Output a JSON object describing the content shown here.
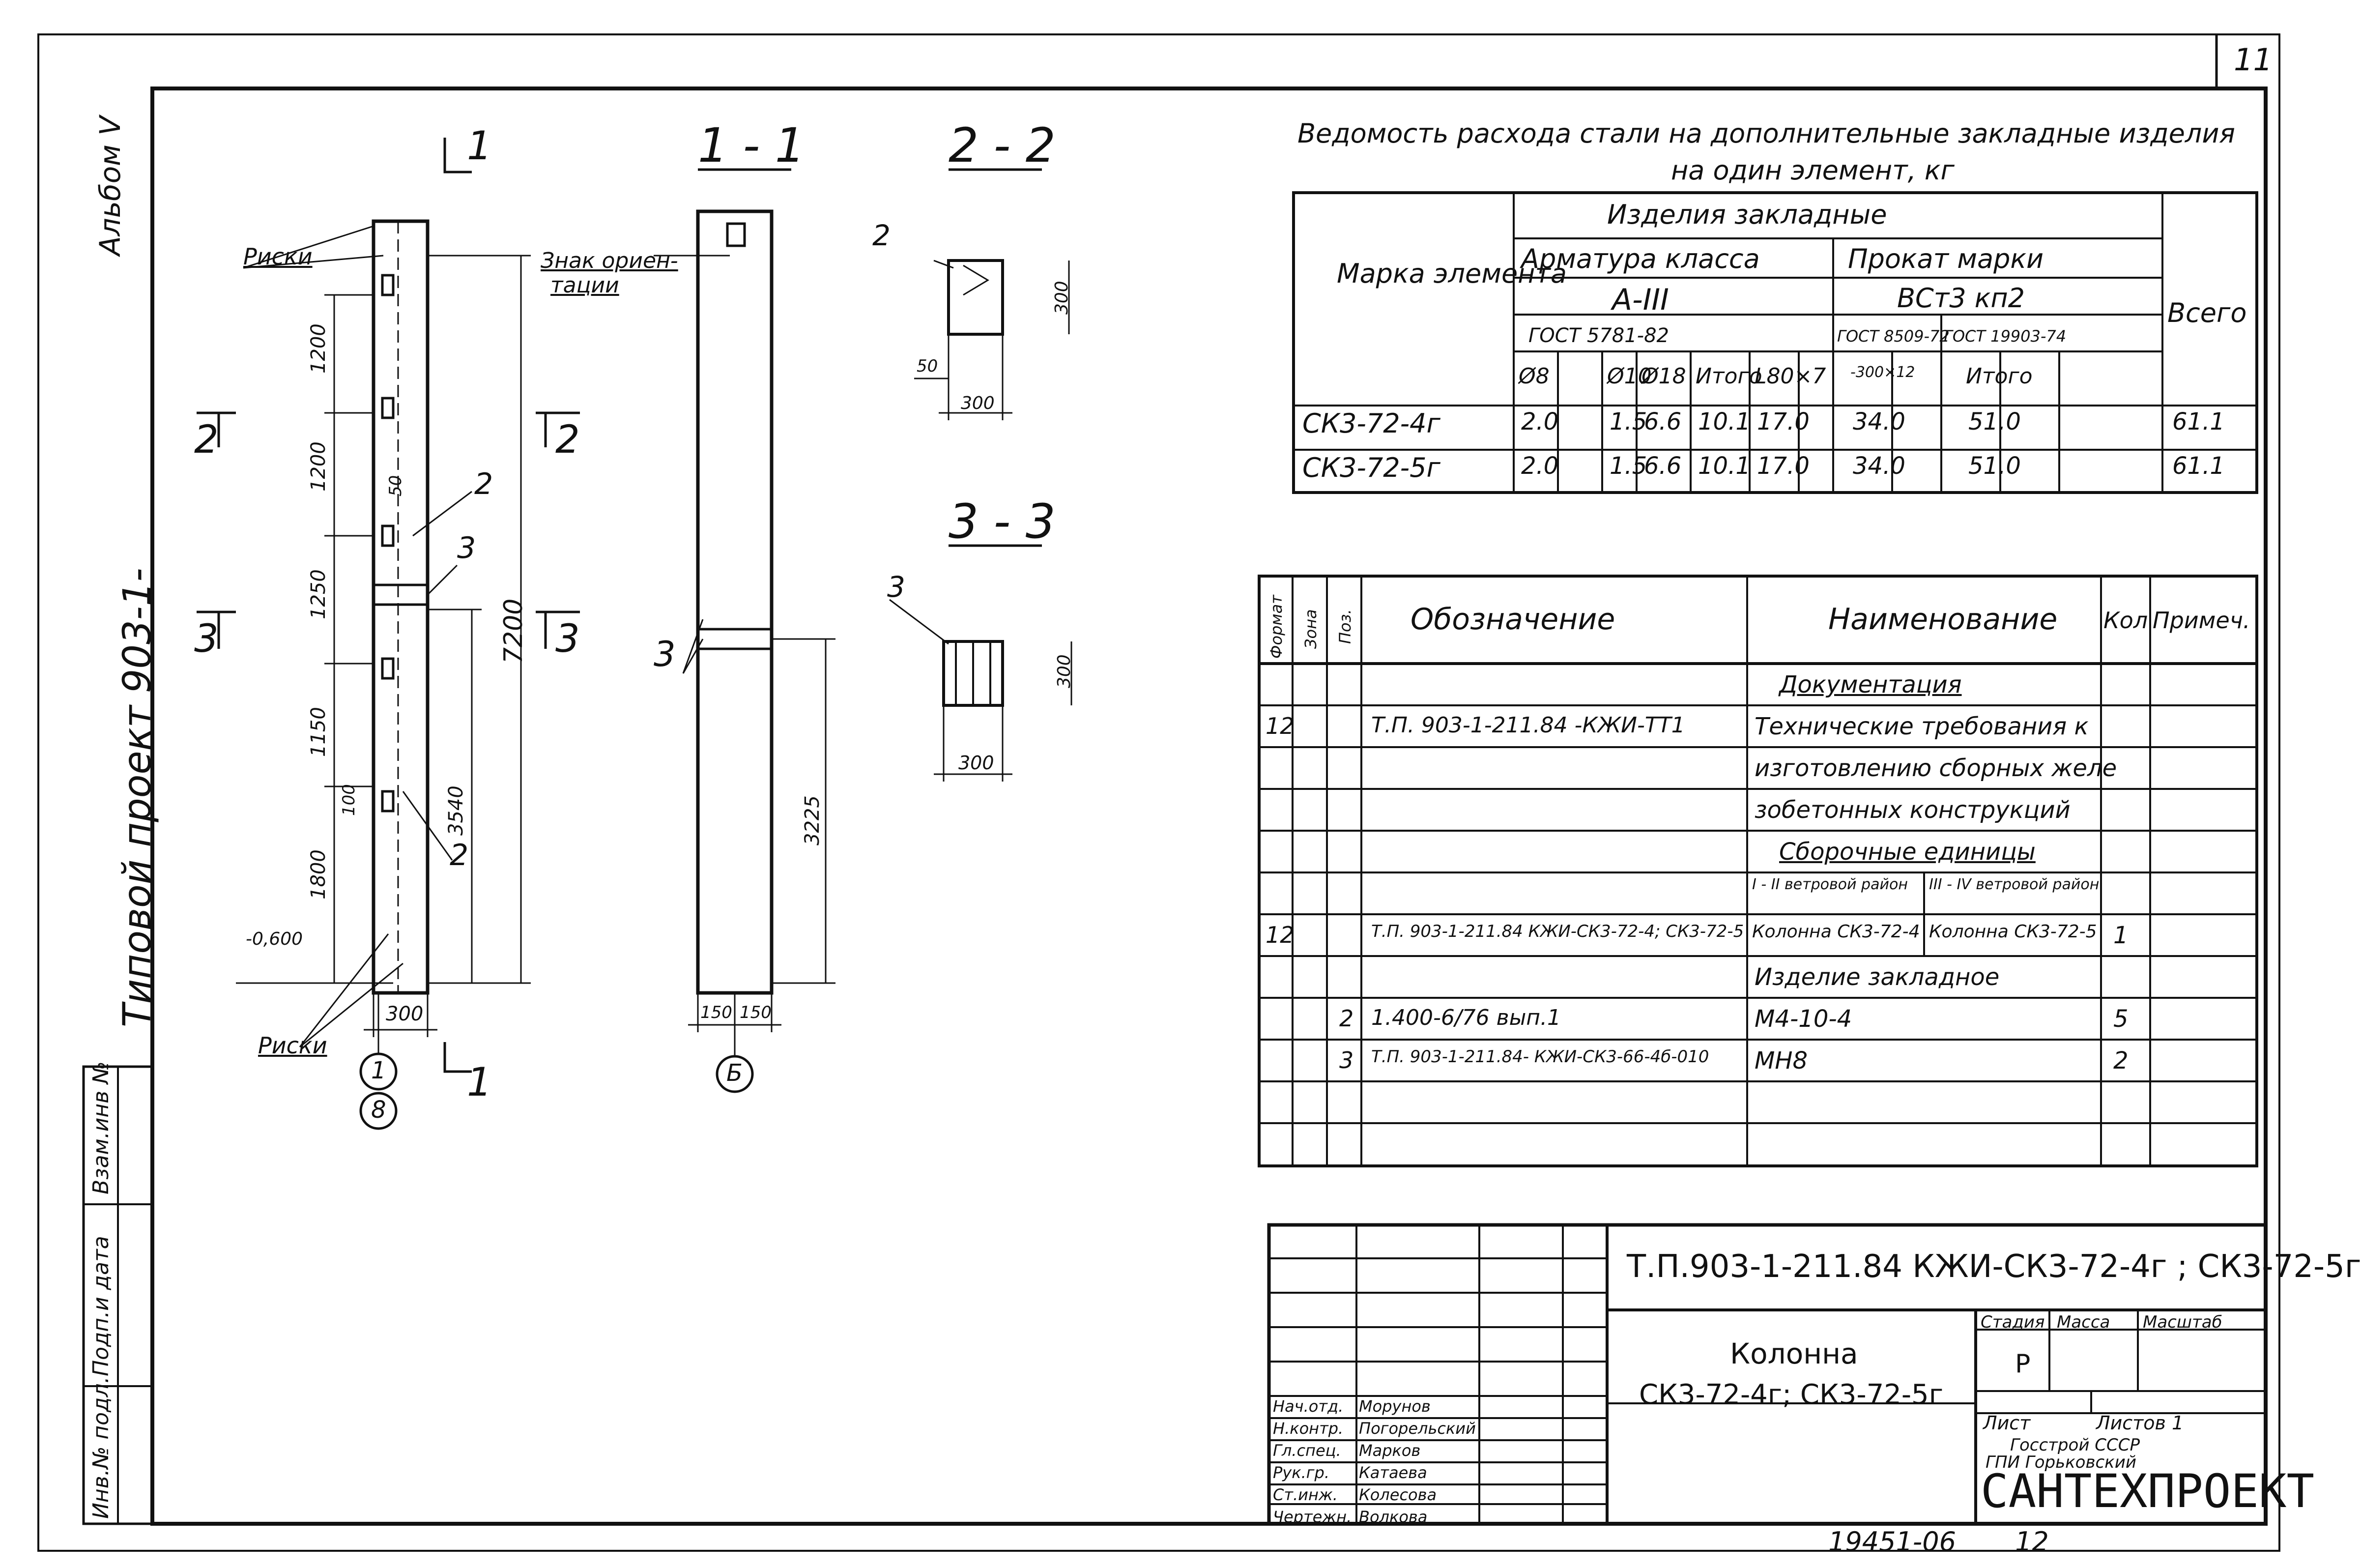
{
  "page_number": "11",
  "side": {
    "album": "Альбом V",
    "project": "Типовой проект 903-1-",
    "stamp_labels": [
      "Взам.инв №",
      "Подп.и дата",
      "Инв.№ подл."
    ]
  },
  "drawing": {
    "elevation_title": "1",
    "section_11": "1 - 1",
    "section_22": "2 - 2",
    "section_33": "3 - 3",
    "label_riski": "Риски",
    "label_riski_bottom": "Риски",
    "label_znak": "Знак ориен-",
    "label_znak2": "тации",
    "cut_2": "2",
    "cut_3": "3",
    "cut_1_bottom": "1",
    "dims": [
      "1200",
      "1200",
      "1250",
      "1150",
      "1800",
      "300",
      "50",
      "100",
      "3540",
      "7200",
      "-0,600"
    ],
    "dim_3225": "3225",
    "dim_150a": "150",
    "dim_150b": "150",
    "pos2": "2",
    "pos3": "3",
    "axis_1": "1",
    "axis_8": "8",
    "axis_b": "Б",
    "s22_dims": {
      "h": "300",
      "w": "300",
      "o": "50",
      "pos": "2"
    },
    "s33_dims": {
      "h": "300",
      "w": "300",
      "pos": "3"
    }
  },
  "steel_table": {
    "title1": "Ведомость расхода стали на дополнительные закладные изделия",
    "title2": "на один элемент, кг",
    "h_marka": "Марка элемента",
    "h_izdelia": "Изделия закладные",
    "h_armatura": "Арматура класса",
    "h_prokat": "Прокат марки",
    "h_vsego": "Всего",
    "h_a3": "A-III",
    "h_vst": "ВСт3 кп2",
    "h_gost1": "ГОСТ 5781-82",
    "h_gost2": "ГОСТ 8509-72",
    "h_gost3": "ГОСТ 19903-74",
    "cols": [
      "Ø8",
      "",
      "Ø10",
      "Ø18",
      "Итого",
      "L80×7",
      "",
      "-300×12",
      "",
      "Итого"
    ],
    "rows": [
      {
        "mark": "СК3-72-4г",
        "v": [
          "2.0",
          "",
          "1.5",
          "6.6",
          "10.1",
          "17.0",
          "",
          "34.0",
          "",
          "51.0"
        ],
        "total": "61.1"
      },
      {
        "mark": "СК3-72-5г",
        "v": [
          "2.0",
          "",
          "1.5",
          "6.6",
          "10.1",
          "17.0",
          "",
          "34.0",
          "",
          "51.0"
        ],
        "total": "61.1"
      }
    ]
  },
  "spec": {
    "headers": [
      "Формат",
      "Зона",
      "Поз.",
      "Обозначение",
      "Наименование",
      "Кол",
      "Примеч."
    ],
    "rows": [
      {
        "f": "",
        "z": "",
        "p": "",
        "oboz": "",
        "name": "Документация",
        "kol": "",
        "prim": "",
        "underline": true
      },
      {
        "f": "12",
        "z": "",
        "p": "",
        "oboz": "Т.П. 903-1-211.84 -КЖИ-ТТ1",
        "name": "Технические требования к",
        "kol": "",
        "prim": ""
      },
      {
        "f": "",
        "z": "",
        "p": "",
        "oboz": "",
        "name": "изготовлению сборных желе",
        "kol": "",
        "prim": ""
      },
      {
        "f": "",
        "z": "",
        "p": "",
        "oboz": "",
        "name": "зобетонных конструкций",
        "kol": "",
        "prim": ""
      },
      {
        "f": "",
        "z": "",
        "p": "",
        "oboz": "",
        "name": "Сборочные единицы",
        "kol": "",
        "prim": "",
        "underline": true
      },
      {
        "f": "",
        "z": "",
        "p": "",
        "oboz": "",
        "name": "",
        "kol": "",
        "prim": "",
        "split": [
          "I - II ветровой район",
          "III - IV ветровой район"
        ]
      },
      {
        "f": "12",
        "z": "",
        "p": "",
        "oboz": "Т.П. 903-1-211.84 КЖИ-СК3-72-4; СК3-72-5",
        "name": "",
        "kol": "1",
        "prim": "",
        "split": [
          "Колонна СК3-72-4",
          "Колонна СК3-72-5"
        ]
      },
      {
        "f": "",
        "z": "",
        "p": "",
        "oboz": "",
        "name": "Изделие закладное",
        "kol": "",
        "prim": ""
      },
      {
        "f": "",
        "z": "",
        "p": "2",
        "oboz": "1.400-6/76 вып.1",
        "name": "М4-10-4",
        "kol": "5",
        "prim": ""
      },
      {
        "f": "",
        "z": "",
        "p": "3",
        "oboz": "Т.П. 903-1-211.84- КЖИ-СК3-66-4б-010",
        "name": "МН8",
        "kol": "2",
        "prim": ""
      },
      {
        "f": "",
        "z": "",
        "p": "",
        "oboz": "",
        "name": "",
        "kol": "",
        "prim": ""
      },
      {
        "f": "",
        "z": "",
        "p": "",
        "oboz": "",
        "name": "",
        "kol": "",
        "prim": ""
      }
    ]
  },
  "title_block": {
    "code": "Т.П.903-1-211.84 КЖИ-СК3-72-4г ; СК3-72-5г",
    "name1": "Колонна",
    "name2": "СК3-72-4г; СК3-72-5г",
    "stadia": "Стадия",
    "massa": "Масса",
    "masshtab": "Масштаб",
    "stadia_val": "Р",
    "list": "Лист",
    "listov": "Листов 1",
    "org1": "Госстрой СССР",
    "org2": "ГПИ Горьковский",
    "org3": "САНТЕХПРОЕКТ",
    "people": [
      {
        "role": "Нач.отд.",
        "name": "Морунов"
      },
      {
        "role": "Н.контр.",
        "name": "Погорельский"
      },
      {
        "role": "Гл.спец.",
        "name": "Марков"
      },
      {
        "role": "Рук.гр.",
        "name": "Катаева"
      },
      {
        "role": "Ст.инж.",
        "name": "Колесова"
      },
      {
        "role": "Чертежн.",
        "name": "Волкова"
      }
    ]
  },
  "footer": {
    "inv": "19451-06",
    "sheet": "12"
  }
}
